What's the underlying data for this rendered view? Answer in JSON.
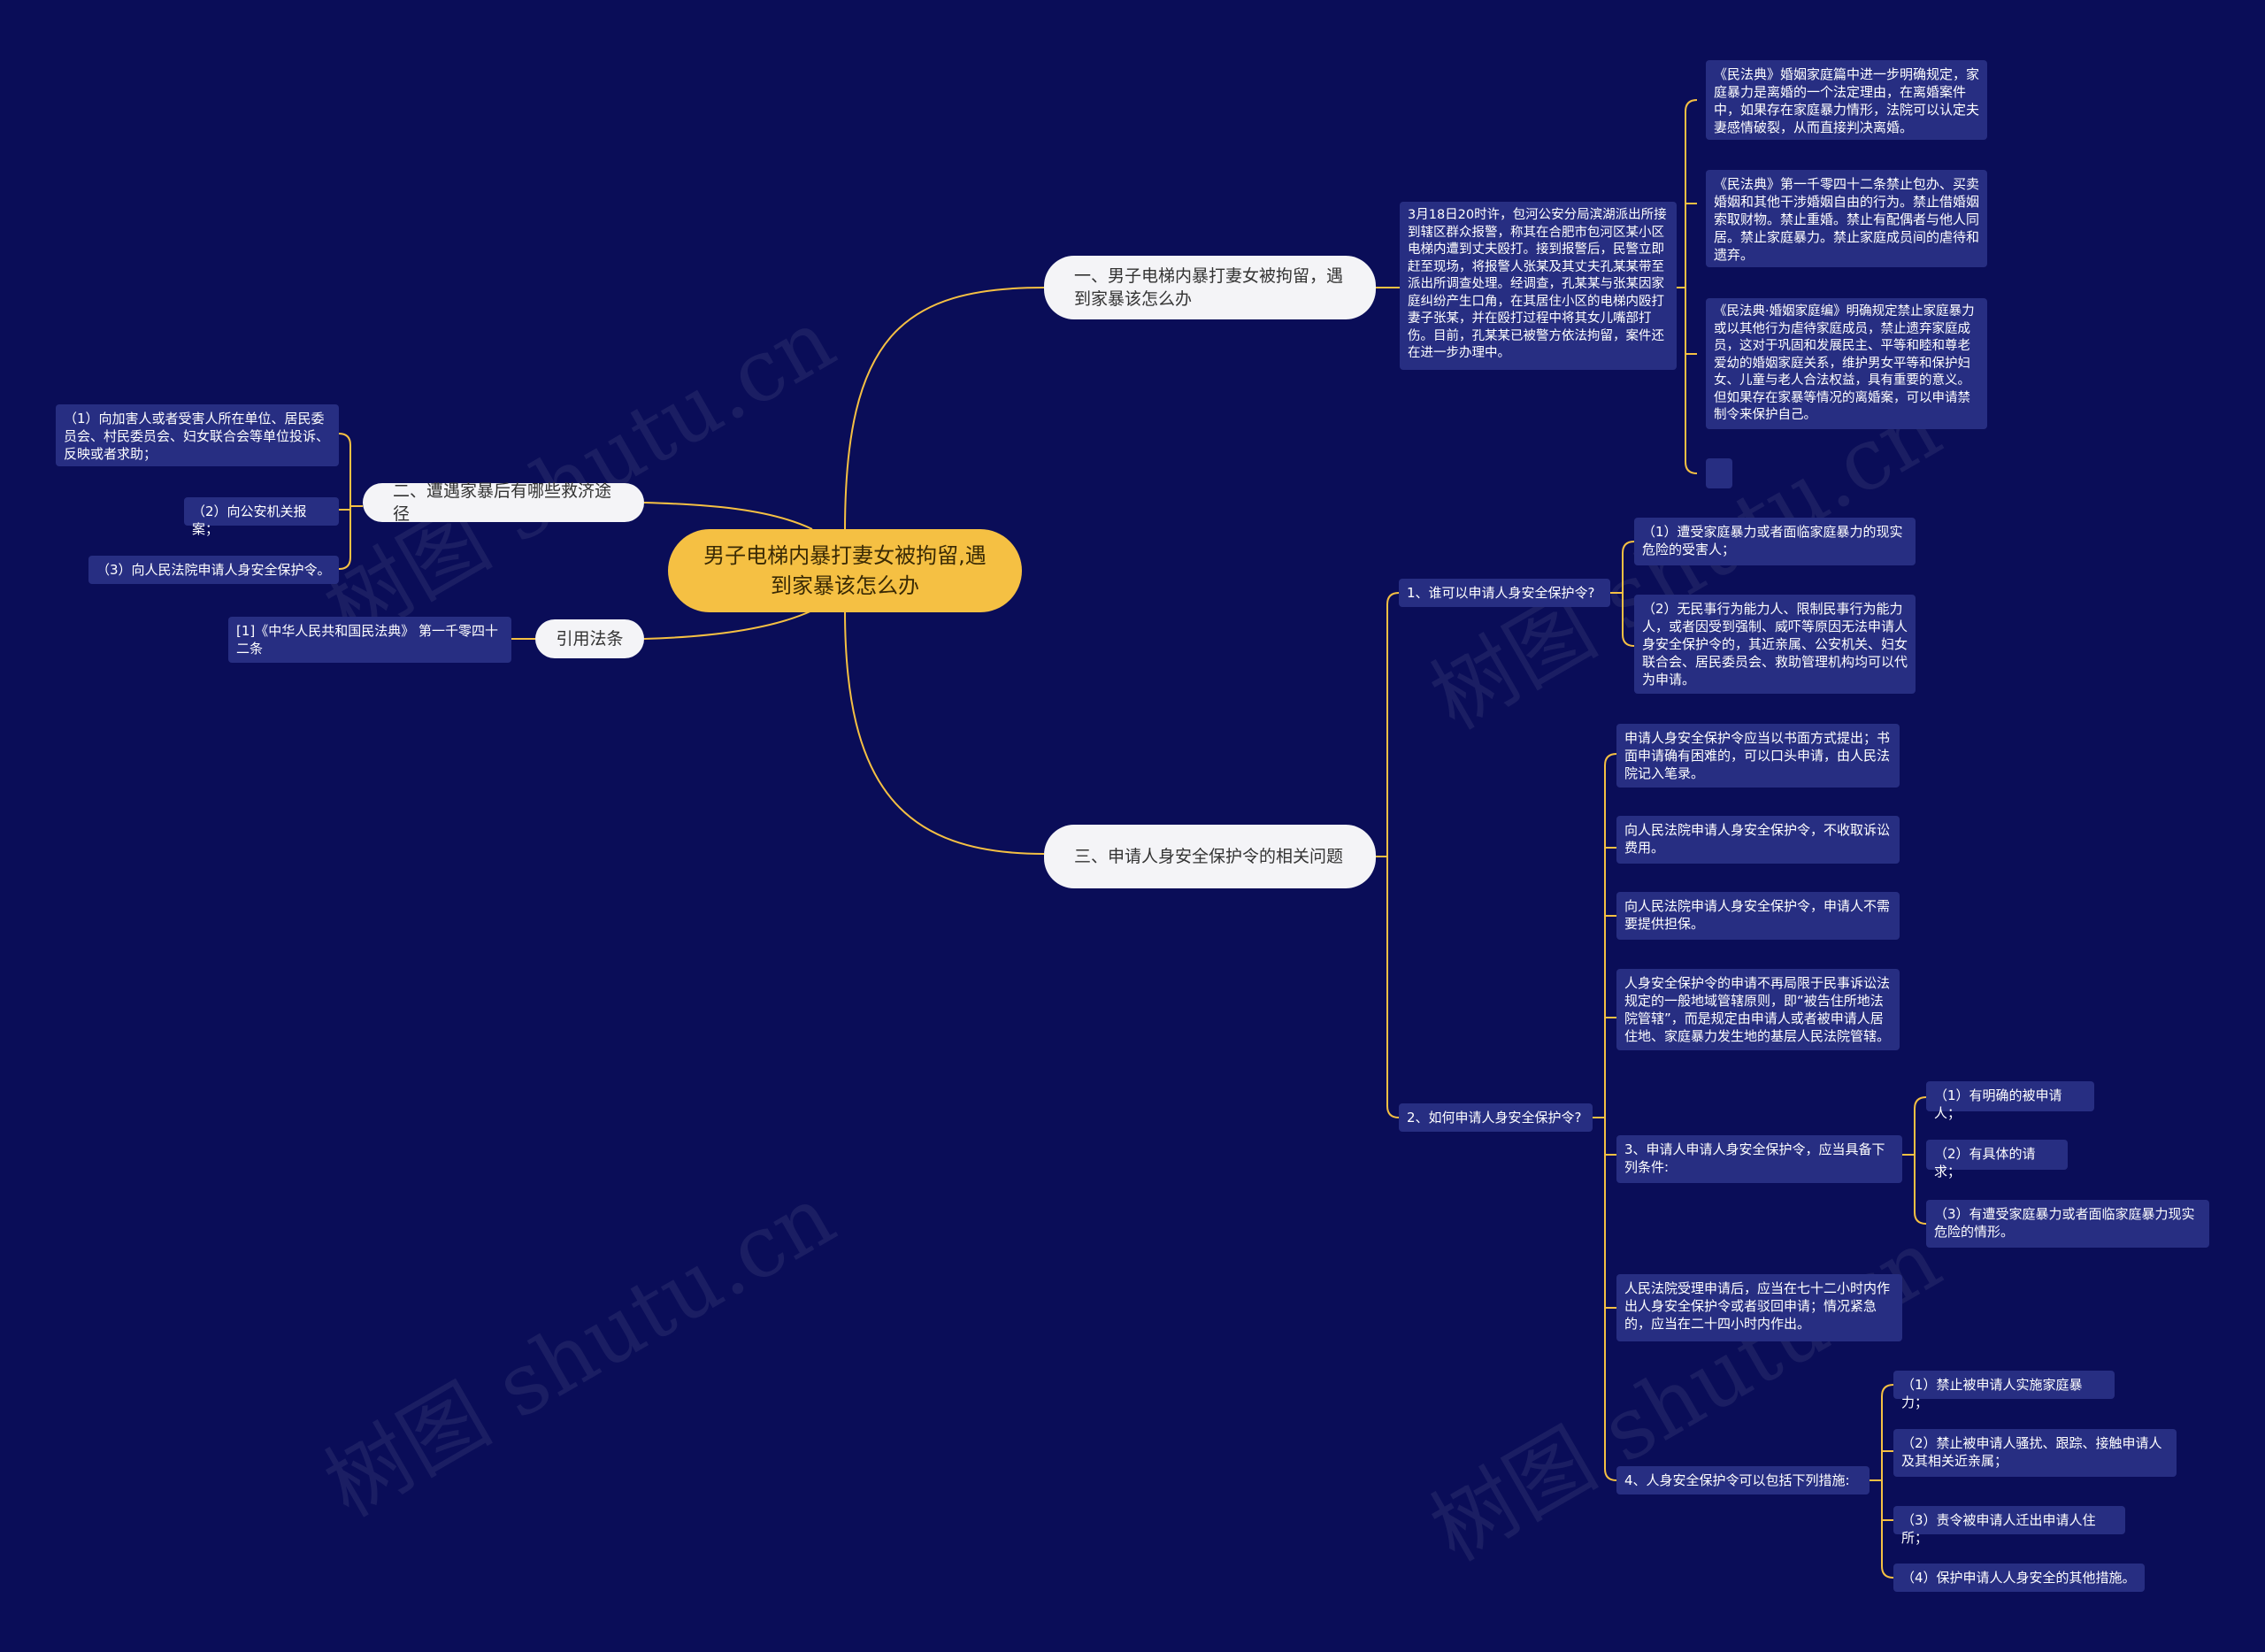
{
  "watermark": "树图 shutu.cn",
  "root": {
    "label": "男子电梯内暴打妻女被拘留,遇到家暴该怎么办"
  },
  "branch1": {
    "label": "一、男子电梯内暴打妻女被拘留，遇到家暴该怎么办",
    "case": "3月18日20时许，包河公安分局滨湖派出所接到辖区群众报警，称其在合肥市包河区某小区电梯内遭到丈夫殴打。接到报警后，民警立即赶至现场，将报警人张某及其丈夫孔某某带至派出所调查处理。经调查，孔某某与张某因家庭纠纷产生口角，在其居住小区的电梯内殴打妻子张某，并在殴打过程中将其女儿嘴部打伤。目前，孔某某已被警方依法拘留，案件还在进一步办理中。",
    "laws": [
      "《民法典》婚姻家庭篇中进一步明确规定，家庭暴力是离婚的一个法定理由，在离婚案件中，如果存在家庭暴力情形，法院可以认定夫妻感情破裂，从而直接判决离婚。",
      "《民法典》第一千零四十二条禁止包办、买卖婚姻和其他干涉婚姻自由的行为。禁止借婚姻索取财物。禁止重婚。禁止有配偶者与他人同居。禁止家庭暴力。禁止家庭成员间的虐待和遗弃。",
      "《民法典·婚姻家庭编》明确规定禁止家庭暴力或以其他行为虐待家庭成员，禁止遗弃家庭成员，这对于巩固和发展民主、平等和睦和尊老爱幼的婚姻家庭关系，维护男女平等和保护妇女、儿童与老人合法权益，具有重要的意义。但如果存在家暴等情况的离婚案，可以申请禁制令来保护自己。",
      ""
    ]
  },
  "branch2": {
    "label": "二、遭遇家暴后有哪些救济途径",
    "items": [
      "（1）向加害人或者受害人所在单位、居民委员会、村民委员会、妇女联合会等单位投诉、反映或者求助；",
      "（2）向公安机关报案；",
      "（3）向人民法院申请人身安全保护令。"
    ]
  },
  "cite": {
    "label": "引用法条",
    "items": [
      "[1]《中华人民共和国民法典》 第一千零四十二条"
    ]
  },
  "branch3": {
    "label": "三、申请人身安全保护令的相关问题",
    "q1": {
      "label": "1、谁可以申请人身安全保护令?",
      "items": [
        "（1）遭受家庭暴力或者面临家庭暴力的现实危险的受害人；",
        "（2）无民事行为能力人、限制民事行为能力人，或者因受到强制、威吓等原因无法申请人身安全保护令的，其近亲属、公安机关、妇女联合会、居民委员会、救助管理机构均可以代为申请。"
      ]
    },
    "q2": {
      "label": "2、如何申请人身安全保护令?",
      "items": [
        "申请人身安全保护令应当以书面方式提出；书面申请确有困难的，可以口头申请，由人民法院记入笔录。",
        "向人民法院申请人身安全保护令，不收取诉讼费用。",
        "向人民法院申请人身安全保护令，申请人不需要提供担保。",
        "人身安全保护令的申请不再局限于民事诉讼法规定的一般地域管辖原则，即“被告住所地法院管辖”，而是规定由申请人或者被申请人居住地、家庭暴力发生地的基层人民法院管辖。"
      ],
      "cond": {
        "label": "3、申请人申请人身安全保护令，应当具备下列条件:",
        "items": [
          "（1）有明确的被申请人；",
          "（2）有具体的请求；",
          "（3）有遭受家庭暴力或者面临家庭暴力现实危险的情形。"
        ]
      },
      "accept": "人民法院受理申请后，应当在七十二小时内作出人身安全保护令或者驳回申请；情况紧急的，应当在二十四小时内作出。",
      "measures": {
        "label": "4、人身安全保护令可以包括下列措施:",
        "items": [
          "（1）禁止被申请人实施家庭暴力；",
          "（2）禁止被申请人骚扰、跟踪、接触申请人及其相关近亲属；",
          "（3）责令被申请人迁出申请人住所；",
          "（4）保护申请人人身安全的其他措施。"
        ]
      }
    }
  },
  "colors": {
    "background": "#0a0d58",
    "link": "#f5c043",
    "root": "#f5c043",
    "box": "#272e82"
  }
}
